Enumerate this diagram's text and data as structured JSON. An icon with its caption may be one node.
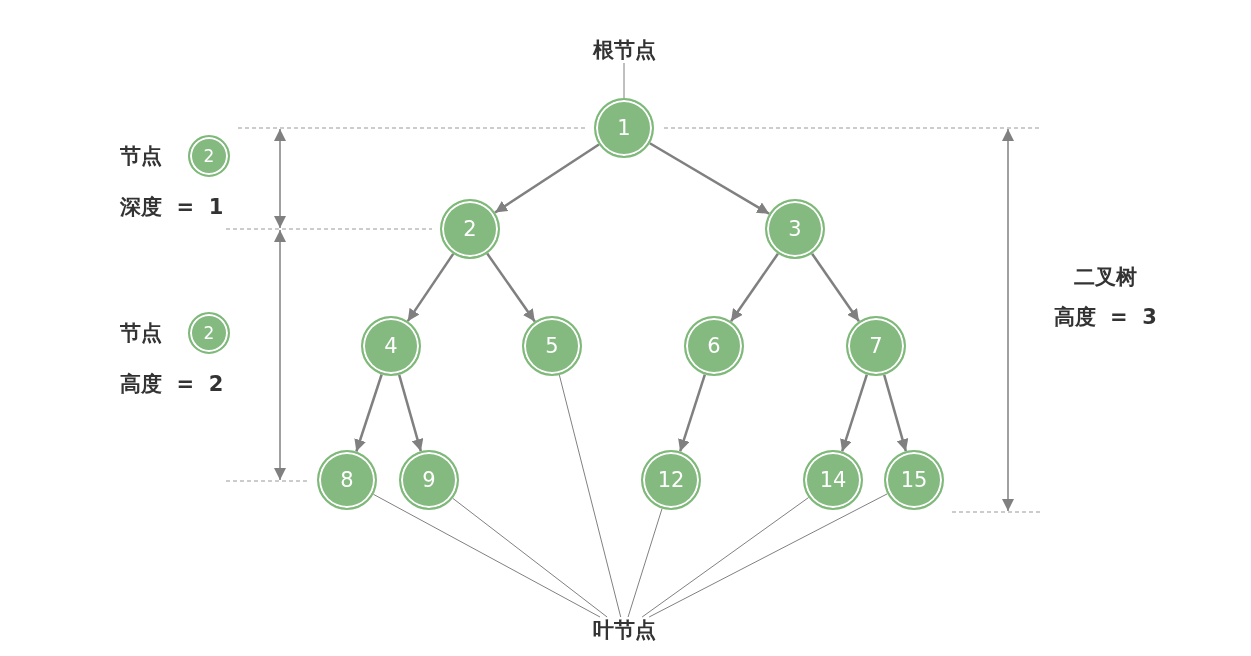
{
  "diagram": {
    "nodes": [
      {
        "text": [
          "根节点"
        ]
      },
      {
        "text": [
          "1"
        ]
      },
      {
        "text": [
          "2"
        ]
      },
      {
        "text": [
          "3"
        ]
      },
      {
        "text": [
          "4"
        ]
      },
      {
        "text": [
          "5"
        ]
      },
      {
        "text": [
          "6"
        ]
      },
      {
        "text": [
          "7"
        ]
      },
      {
        "text": [
          "8"
        ]
      },
      {
        "text": [
          "9"
        ]
      },
      {
        "text": [
          "12"
        ]
      },
      {
        "text": [
          "14"
        ]
      },
      {
        "text": [
          "15"
        ]
      },
      {
        "text": [
          "叶节点"
        ]
      },
      {
        "text": [
          "2"
        ]
      },
      {
        "text": [
          "2"
        ]
      }
    ],
    "edges": [
      {
        "from": 0,
        "to": 1,
        "arrow": "none"
      },
      {
        "from": 1,
        "to": 2,
        "arrow": "to"
      },
      {
        "from": 1,
        "to": 3,
        "arrow": "to"
      },
      {
        "from": 2,
        "to": 4,
        "arrow": "to"
      },
      {
        "from": 2,
        "to": 5,
        "arrow": "to"
      },
      {
        "from": 3,
        "to": 6,
        "arrow": "to"
      },
      {
        "from": 3,
        "to": 7,
        "arrow": "to"
      },
      {
        "from": 4,
        "to": 8,
        "arrow": "to"
      },
      {
        "from": 4,
        "to": 9,
        "arrow": "to"
      },
      {
        "from": 6,
        "to": 10,
        "arrow": "to"
      },
      {
        "from": 7,
        "to": 11,
        "arrow": "to"
      },
      {
        "from": 7,
        "to": 12,
        "arrow": "to"
      },
      {
        "from": 13,
        "to": 8,
        "arrow": "none"
      },
      {
        "from": 13,
        "to": 9,
        "arrow": "none"
      },
      {
        "from": 13,
        "to": 5,
        "arrow": "none"
      },
      {
        "from": 13,
        "to": 10,
        "arrow": "none"
      },
      {
        "from": 13,
        "to": 11,
        "arrow": "none"
      },
      {
        "from": 13,
        "to": 12,
        "arrow": "none"
      }
    ],
    "labels": [
      "节点",
      "深度 = 1",
      "节点",
      "高度 = 2",
      "二叉树",
      "高度 = 3"
    ]
  }
}
